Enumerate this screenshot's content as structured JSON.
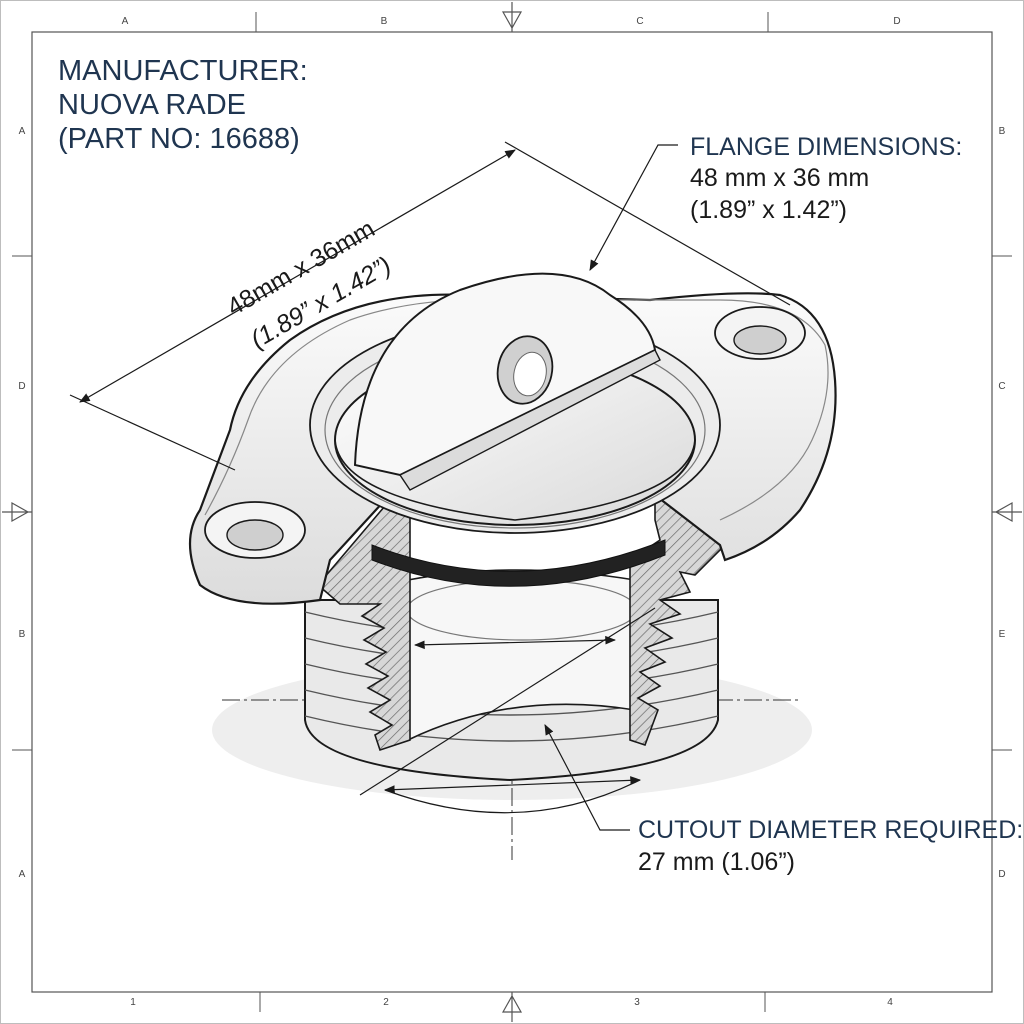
{
  "title_block": {
    "line1": "MANUFACTURER:",
    "line2": "NUOVA RADE",
    "line3": "(PART NO: 16688)"
  },
  "flange_callout": {
    "heading": "FLANGE DIMENSIONS:",
    "metric": "48 mm x 36 mm",
    "imperial": "(1.89” x 1.42”)"
  },
  "dimension_label": {
    "metric": "48mm x 36mm",
    "imperial": "(1.89” x 1.42”)"
  },
  "cutout_callout": {
    "heading": "CUTOUT DIAMETER REQUIRED:",
    "value": "27 mm (1.06”)"
  },
  "zone_markers": {
    "top": [
      "A",
      "B",
      "C",
      "D"
    ],
    "bottom": [
      "1",
      "2",
      "3",
      "4"
    ],
    "left": [
      "A",
      "D",
      "B",
      "A"
    ],
    "right": [
      "B",
      "C",
      "E",
      "D"
    ]
  },
  "colors": {
    "title_text": "#1f3550",
    "line": "#1a1a1a",
    "part_fill": "#f2f2f2",
    "section_hatch": "#666666"
  }
}
